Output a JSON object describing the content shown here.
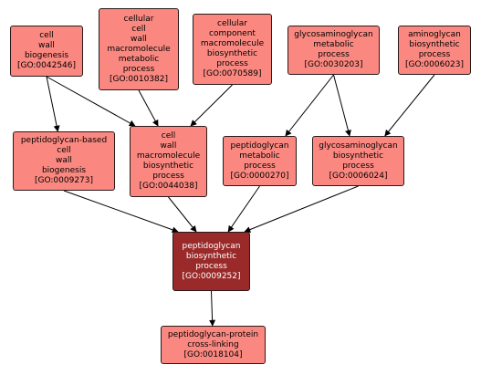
{
  "colors": {
    "node_fill": "#fa8880",
    "focus_fill": "#9a2a2a",
    "focus_text": "#ffffff",
    "edge": "#000000"
  },
  "nodes": [
    {
      "id": "n1",
      "label": "cell\nwall\nbiogenesis\n[GO:0042546]"
    },
    {
      "id": "n2",
      "label": "cellular\ncell\nwall\nmacromolecule\nmetabolic\nprocess\n[GO:0010382]"
    },
    {
      "id": "n3",
      "label": "cellular\ncomponent\nmacromolecule\nbiosynthetic\nprocess\n[GO:0070589]"
    },
    {
      "id": "n4",
      "label": "glycosaminoglycan\nmetabolic\nprocess\n[GO:0030203]"
    },
    {
      "id": "n5",
      "label": "aminoglycan\nbiosynthetic\nprocess\n[GO:0006023]"
    },
    {
      "id": "n6",
      "label": "peptidoglycan-based\ncell\nwall\nbiogenesis\n[GO:0009273]"
    },
    {
      "id": "n7",
      "label": "cell\nwall\nmacromolecule\nbiosynthetic\nprocess\n[GO:0044038]"
    },
    {
      "id": "n8",
      "label": "peptidoglycan\nmetabolic\nprocess\n[GO:0000270]"
    },
    {
      "id": "n9",
      "label": "glycosaminoglycan\nbiosynthetic\nprocess\n[GO:0006024]"
    },
    {
      "id": "n10",
      "label": "peptidoglycan\nbiosynthetic\nprocess\n[GO:0009252]",
      "focus": true
    },
    {
      "id": "n11",
      "label": "peptidoglycan-protein\ncross-linking\n[GO:0018104]"
    }
  ],
  "edges": [
    [
      "n1",
      "n6"
    ],
    [
      "n1",
      "n7"
    ],
    [
      "n2",
      "n7"
    ],
    [
      "n3",
      "n7"
    ],
    [
      "n4",
      "n8"
    ],
    [
      "n4",
      "n9"
    ],
    [
      "n5",
      "n9"
    ],
    [
      "n6",
      "n10"
    ],
    [
      "n7",
      "n10"
    ],
    [
      "n8",
      "n10"
    ],
    [
      "n9",
      "n10"
    ],
    [
      "n10",
      "n11"
    ]
  ]
}
